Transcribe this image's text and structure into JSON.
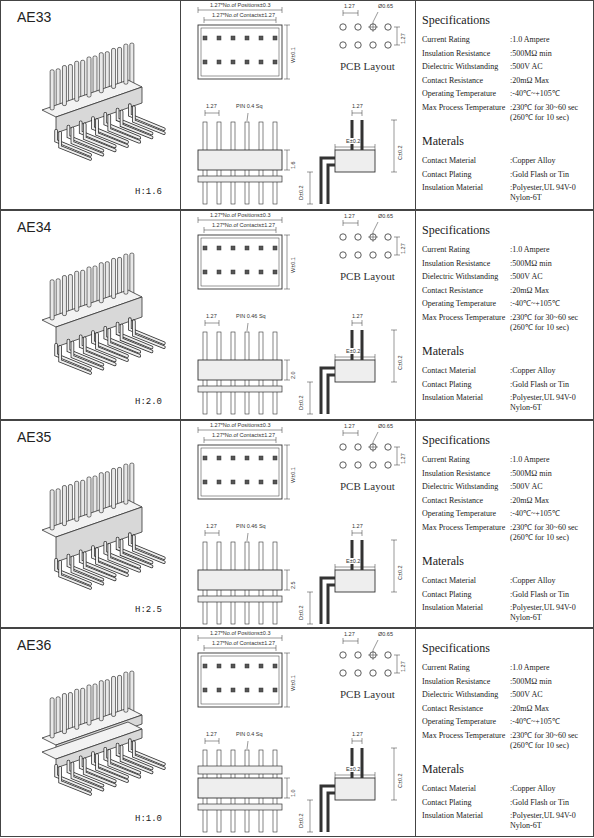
{
  "diagram": {
    "nodes": [
      {
        "text": [
          "AE33",
          "H:1.6"
        ]
      },
      {
        "text": [
          "Specifications",
          "Current Rating",
          ":1.0 Ampere",
          "Insulation Resistance",
          ":500MΩ min",
          "Dielectric Withstanding",
          ":500V AC",
          "Contact Resistance",
          ":20mΩ Max",
          "Operating Temperature",
          ":-40℃~+105℃",
          "Max Process Temperature",
          ":230℃ for 30~60 sec (260℃ for 10 sec)",
          "Materals",
          "Contact Material",
          ":Copper Alloy",
          "Contact Plating",
          ":Gold Flash or Tin",
          "Insulation Material",
          ":Polyester,UL 94V-0 Nylon-6T"
        ]
      },
      {
        "text": [
          "AE34",
          "H:2.0"
        ]
      },
      {
        "text": [
          "Specifications",
          "Current Rating",
          ":1.0 Ampere",
          "Insulation Resistance",
          ":500MΩ min",
          "Dielectric Withstanding",
          ":500V AC",
          "Contact Resistance",
          ":20mΩ Max",
          "Operating Temperature",
          ":-40℃~+105℃",
          "Max Process Temperature",
          ":230℃ for 30~60 sec (260℃ for 10 sec)",
          "Materals",
          "Contact Material",
          ":Copper Alloy",
          "Contact Plating",
          ":Gold Flash or Tin",
          "Insulation Material",
          ":Polyester,UL 94V-0 Nylon-6T"
        ]
      },
      {
        "text": [
          "AE35",
          "H:2.5"
        ]
      },
      {
        "text": [
          "Specifications",
          "Current Rating",
          ":1.0 Ampere",
          "Insulation Resistance",
          ":500MΩ min",
          "Dielectric Withstanding",
          ":500V AC",
          "Contact Resistance",
          ":20mΩ Max",
          "Operating Temperature",
          ":-40℃~+105℃",
          "Max Process Temperature",
          ":230℃ for 30~60 sec (260℃ for 10 sec)",
          "Materals",
          "Contact Material",
          ":Copper Alloy",
          "Contact Plating",
          ":Gold Flash or Tin",
          "Insulation Material",
          ":Polyester,UL 94V-0 Nylon-6T"
        ]
      },
      {
        "text": [
          "AE36",
          "H:1.0"
        ]
      },
      {
        "text": [
          "Specifications",
          "Current Rating",
          ":1.0 Ampere",
          "Insulation Resistance",
          ":500MΩ min",
          "Dielectric Withstanding",
          ":500V AC",
          "Contact Resistance",
          ":20mΩ Max",
          "Operating Temperature",
          ":-40℃~+105℃",
          "Max Process Temperature",
          ":230℃ for 30~60 sec (260℃ for 10 sec)",
          "Materals",
          "Contact Material",
          ":Copper Alloy",
          "Contact Plating",
          ":Gold Flash or Tin",
          "Insulation Material",
          ":Polyester,UL 94V-0 Nylon-6T"
        ]
      }
    ],
    "labels": [
      "1.27*No.of Positions±0.3",
      "1.27*No.of Contacts±1.27",
      "W±0.1",
      "1.27",
      "Ø0.65",
      "PCB Layout",
      "1.27",
      "PIN 0.4 Sq",
      "1.6",
      "1.27",
      "E±0.2",
      "C±0.2",
      "D±0.2",
      "1.27",
      "1.27*No.of Positions±0.3",
      "1.27*No.of Contacts±1.27",
      "W±0.1",
      "1.27",
      "Ø0.65",
      "PCB Layout",
      "1.27",
      "PIN 0.46 Sq",
      "2.0",
      "1.27",
      "E±0.2",
      "C±0.2",
      "D±0.2",
      "1.27",
      "1.27*No.of Positions±0.3",
      "1.27*No.of Contacts±1.27",
      "W±0.1",
      "1.27",
      "Ø0.65",
      "PCB Layout",
      "1.27",
      "PIN 0.46 Sq",
      "2.5",
      "1.27",
      "E±0.2",
      "C±0.2",
      "D±0.2",
      "1.27",
      "1.27*No.of Positions±0.3",
      "1.27*No.of Contacts±1.27",
      "W±0.1",
      "1.27",
      "Ø0.65",
      "PCB Layout",
      "1.27",
      "PIN 0.4 Sq",
      "1.0",
      "1.27",
      "E±0.2",
      "C±0.2",
      "D±0.2",
      "1.27"
    ]
  }
}
